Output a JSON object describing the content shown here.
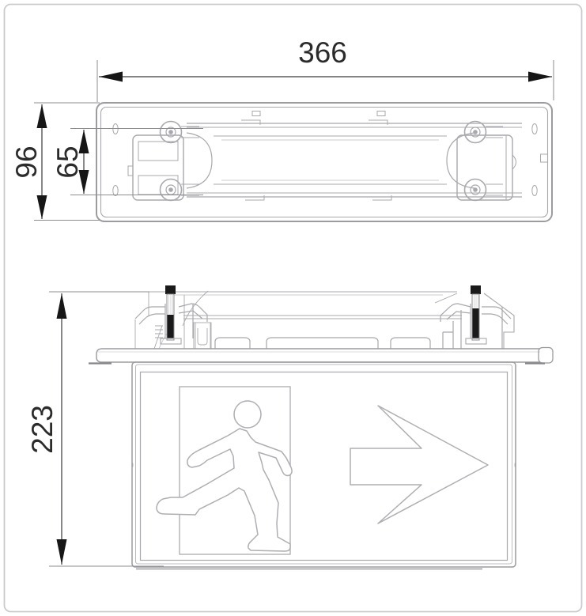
{
  "dimensions": {
    "top_view": {
      "width_mm": "366",
      "height_mm": "96",
      "inner_height_mm": "65"
    },
    "front_view": {
      "height_mm": "223"
    }
  },
  "pictograms": {
    "left": "running-man-exit-pictogram",
    "right": "arrow-right-pictogram"
  },
  "colors": {
    "background": "#ffffff",
    "frame_border": "#cbcbcf",
    "drawing_line": "#a8a8ae",
    "dimension_line": "#3a3a3e",
    "dimension_text": "#2b2b2b",
    "stud_fill": "#1a1a1a"
  }
}
